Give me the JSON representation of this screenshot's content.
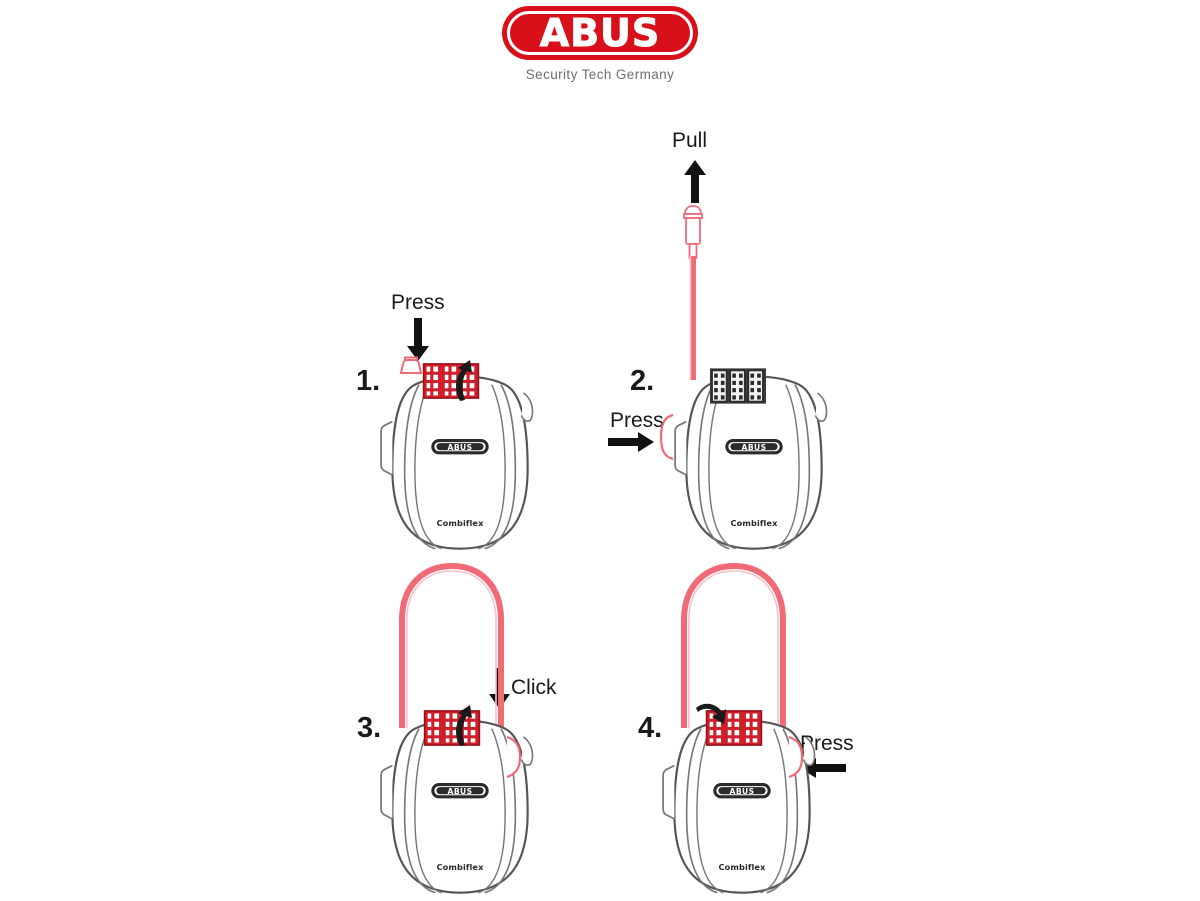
{
  "brand": {
    "logo_text": "ABUS",
    "tagline": "Security Tech Germany",
    "logo_color": "#d8101a",
    "tagline_color": "#6f6f6f"
  },
  "colors": {
    "cable_red": "#f06a78",
    "dial_red": "#cf1f2a",
    "button_red": "#f2808c",
    "outline_grey": "#4a4a4a",
    "arrow_black": "#111111",
    "background": "#ffffff"
  },
  "product": {
    "body_badge": "ABUS",
    "body_model": "Combiflex"
  },
  "steps": [
    {
      "number": "1.",
      "label": "Press",
      "label2": "",
      "arrow_direction": "down",
      "dial_state": "red-open",
      "dial_arrow": "curved-up",
      "cable": "none",
      "top_button": "red",
      "side_button": "none"
    },
    {
      "number": "2.",
      "label": "Pull",
      "label2": "Press",
      "arrow_direction": "up",
      "arrow2_direction": "right",
      "dial_state": "black-set",
      "dial_arrow": "none",
      "cable": "straight-up",
      "top_button": "none",
      "side_button": "red-left"
    },
    {
      "number": "3.",
      "label": "Click",
      "label2": "",
      "arrow_direction": "down",
      "dial_state": "red-open",
      "dial_arrow": "curved-up",
      "cable": "loop",
      "top_button": "none",
      "side_button": "red-right"
    },
    {
      "number": "4.",
      "label": "Press",
      "label2": "",
      "arrow_direction": "left",
      "dial_state": "red-open",
      "dial_arrow": "curved-down",
      "cable": "loop",
      "top_button": "none",
      "side_button": "red-right"
    }
  ]
}
